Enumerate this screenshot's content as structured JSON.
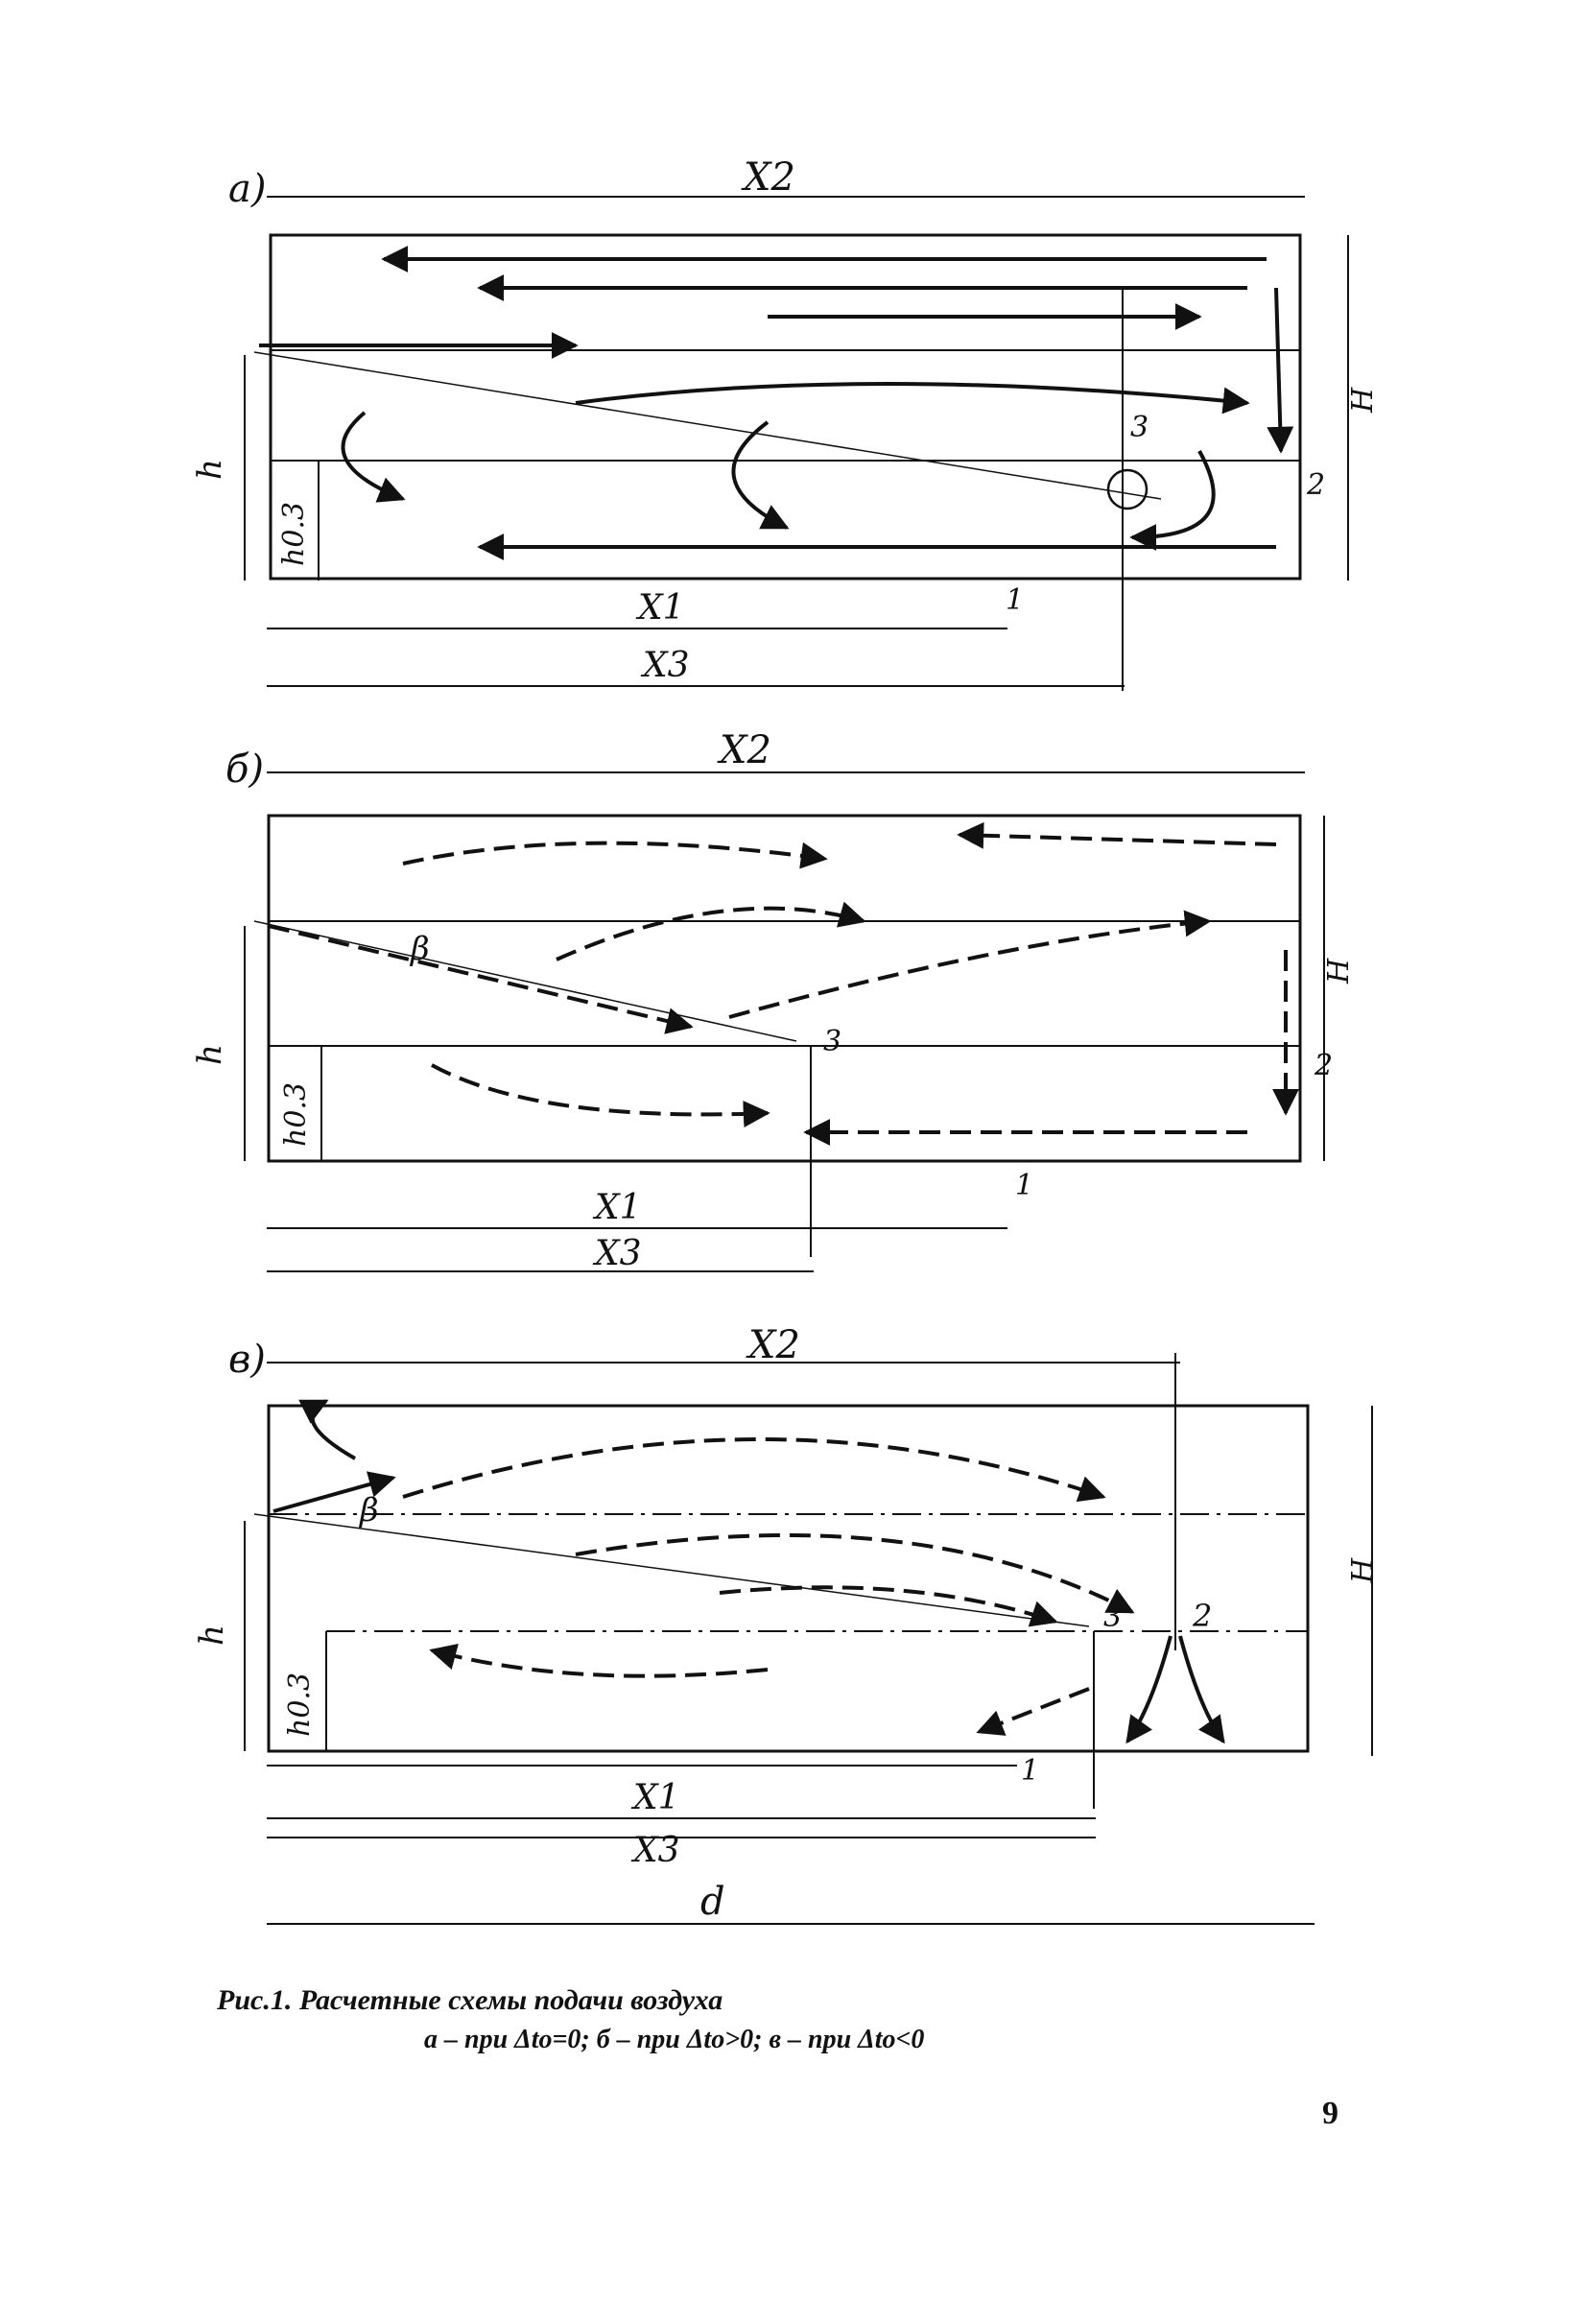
{
  "panels": [
    {
      "letter": "а)",
      "x2": "X2",
      "x1": "X1",
      "x3": "X3",
      "h": "h",
      "h03": "h0.3",
      "H": "H",
      "p1": "1",
      "p2": "2",
      "p3": "3"
    },
    {
      "letter": "б)",
      "x2": "X2",
      "x1": "X1",
      "x3": "X3",
      "h": "h",
      "h03": "h0.3",
      "H": "H",
      "p1": "1",
      "p2": "2",
      "p3": "3",
      "beta": "β"
    },
    {
      "letter": "в)",
      "x2": "X2",
      "x1": "X1",
      "x3": "X3",
      "h": "h",
      "h03": "h0.3",
      "H": "H",
      "p1": "1",
      "p2": "2",
      "p3": "3",
      "beta": "β",
      "d": "d"
    }
  ],
  "caption": {
    "title": "Рис.1. Расчетные схемы подачи воздуха",
    "subtitle": "а – при Δto=0; б – при Δto>0; в – при Δto<0"
  },
  "page_number": "9"
}
